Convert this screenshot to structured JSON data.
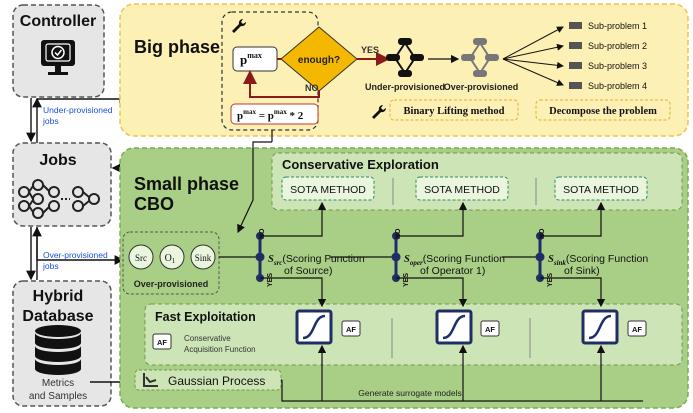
{
  "controller": {
    "title": "Controller"
  },
  "under_jobs_label": [
    "Under-provisioned",
    "jobs"
  ],
  "over_jobs_label": [
    "Over-provisioned",
    "jobs"
  ],
  "jobs": {
    "title": "Jobs"
  },
  "hybrid_db": {
    "title": [
      "Hybrid",
      "Database"
    ],
    "caption": [
      "Metrics",
      "and Samples"
    ]
  },
  "big_phase": {
    "title": "Big phase",
    "pmax": "p",
    "pmax_sup": "max",
    "enough": "enough?",
    "yes": "YES",
    "no": "NO",
    "update_formula": "p",
    "update_sup": "max",
    "update_rest": " = p",
    "update_sup2": "max",
    "update_tail": " * 2",
    "under_label": "Under-provisioned",
    "over_label": "Over-provisioned",
    "sub_problems": [
      "Sub-problem 1",
      "Sub-problem 2",
      "Sub-problem 3",
      "Sub-problem 4"
    ],
    "binary_lifting": "Binary Lifting method",
    "decompose": "Decompose the problem"
  },
  "small_phase": {
    "title": [
      "Small phase",
      "CBO"
    ],
    "conservative_exploration": "Conservative Exploration",
    "sota": [
      "SOTA METHOD",
      "SOTA METHOD",
      "SOTA METHOD"
    ],
    "operators": [
      "Src",
      "O",
      "Sink"
    ],
    "operator_sub": "1",
    "over_provisioned": "Over-provisioned",
    "no": "NO",
    "yes": "YES",
    "scoring": [
      {
        "sym": "S",
        "sub": "src",
        "line1": "(Scoring Function",
        "line2": "of Source)"
      },
      {
        "sym": "S",
        "sub": "oper",
        "line1": "(Scoring Function",
        "line2": "of Operator 1)"
      },
      {
        "sym": "S",
        "sub": "sink",
        "line1": "(Scoring Function",
        "line2": "of Sink)"
      }
    ],
    "fast_exploitation": "Fast Exploitation",
    "af": "AF",
    "caf": [
      "Conservative",
      "Acquisition Function"
    ],
    "gaussian_process": "Gaussian Process",
    "generate": "Generate surrogate models"
  },
  "colors": {
    "big_bg": "#fdf0b4",
    "small_bg": "#a9cf86",
    "panel_gray": "#e6e6e6",
    "dark_navy": "#1f2f66",
    "enough_yellow": "#f5b800",
    "update_red": "#c0392b"
  },
  "icons": [
    "monitor-check-icon",
    "wrench-icon",
    "database-icon",
    "chart-icon",
    "sigmoid-icon",
    "pipeline-icon"
  ]
}
